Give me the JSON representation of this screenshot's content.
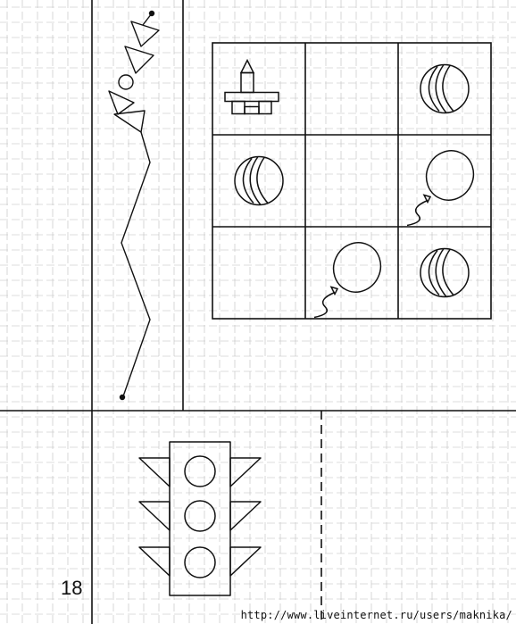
{
  "page": {
    "number": "18",
    "source_url": "http://www.liveinternet.ru/users/maknika/"
  },
  "icons": {
    "kite": "kite-icon",
    "castle": "castle-icon",
    "ball": "ball-icon",
    "balloon": "balloon-icon",
    "traffic_light": "traffic-light-icon"
  },
  "matrix": {
    "rows": 3,
    "cols": 3,
    "cells": [
      [
        "castle",
        "empty",
        "ball"
      ],
      [
        "ball",
        "empty",
        "balloon"
      ],
      [
        "empty",
        "balloon",
        "ball"
      ]
    ]
  },
  "traffic_light": {
    "lamps": 3
  },
  "colors": {
    "ink": "#111111",
    "grid": "#bdbdbd",
    "paper": "#ffffff"
  }
}
